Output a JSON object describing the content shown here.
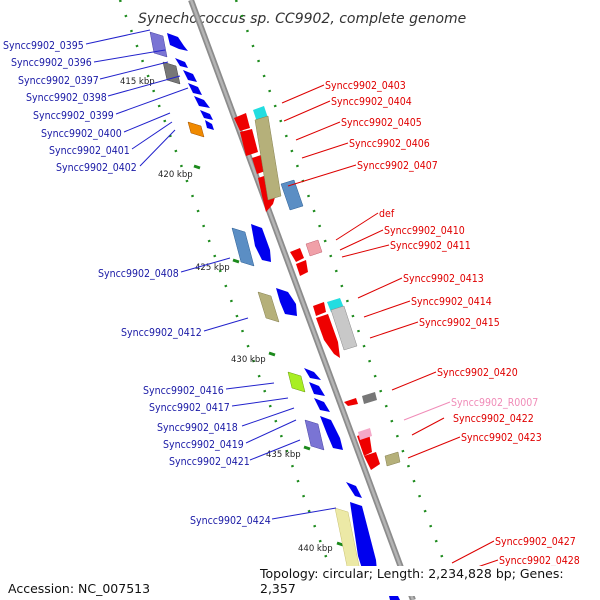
{
  "title": "Synechococcus sp. CC9902, complete genome",
  "footer": {
    "accession": "Accession: NC_007513",
    "summary": "Topology: circular; Length: 2,234,828 bp; Genes: 2,357"
  },
  "kbp_ticks": [
    "415 kbp",
    "420 kbp",
    "425 kbp",
    "430 kbp",
    "435 kbp",
    "440 kbp"
  ],
  "labels_left": [
    "Syncc9902_0395",
    "Syncc9902_0396",
    "Syncc9902_0397",
    "Syncc9902_0398",
    "Syncc9902_0399",
    "Syncc9902_0400",
    "Syncc9902_0401",
    "Syncc9902_0402",
    "Syncc9902_0408",
    "Syncc9902_0412",
    "Syncc9902_0416",
    "Syncc9902_0417",
    "Syncc9902_0418",
    "Syncc9902_0419",
    "Syncc9902_0421",
    "Syncc9902_0424"
  ],
  "labels_right": [
    "Syncc9902_0403",
    "Syncc9902_0404",
    "Syncc9902_0405",
    "Syncc9902_0406",
    "Syncc9902_0407",
    "def",
    "Syncc9902_0410",
    "Syncc9902_0411",
    "Syncc9902_0413",
    "Syncc9902_0414",
    "Syncc9902_0415",
    "Syncc9902_0420",
    "Syncc9902_R0007",
    "Syncc9902_0422",
    "Syncc9902_0423",
    "Syncc9902_0427",
    "Syncc9902_0428"
  ],
  "colors": {
    "backbone": "#9a9a9a",
    "forward_strand": "#0000ee",
    "reverse_strand": "#ee0000",
    "rna": "#f4a8c8",
    "cog_tan": "#b5b07a",
    "cog_blue": "#5b8ec4",
    "cog_purple": "#7a74d4",
    "cog_gray": "#777777",
    "cog_orange": "#f08a00",
    "cog_cyan": "#22dde0",
    "cog_yellow": "#ece9a6",
    "cog_lime": "#a8ee22",
    "cog_pink": "#f0a0a8",
    "cog_lightgray": "#c8c8c8",
    "tick_green": "#229922"
  }
}
